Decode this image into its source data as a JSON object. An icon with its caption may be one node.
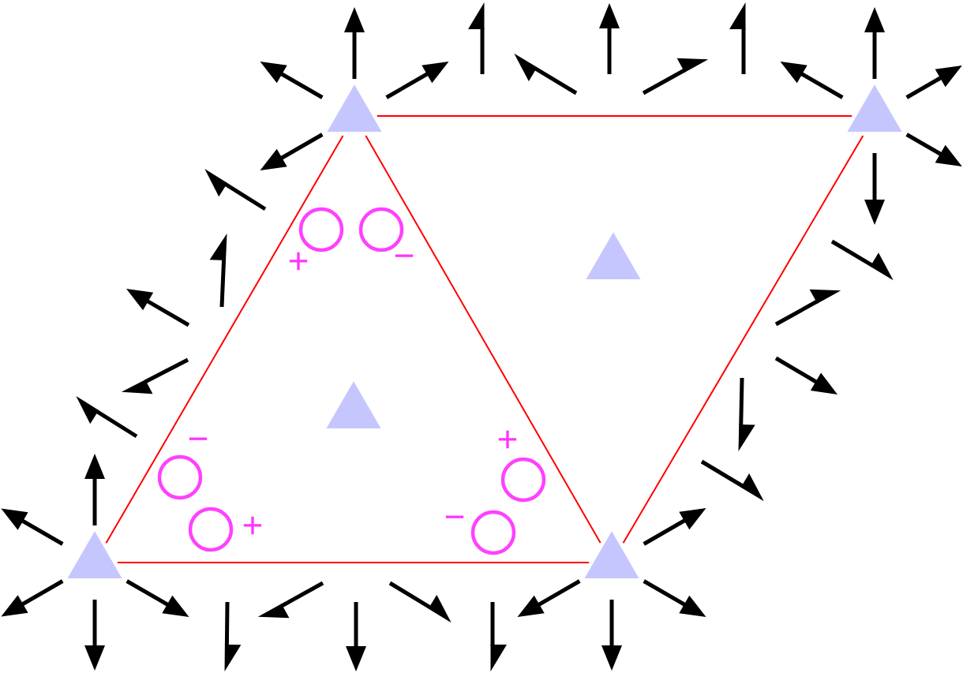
{
  "diagram": {
    "nodes": [
      {
        "text": [],
        "shape": "triangle"
      },
      {
        "text": [],
        "shape": "triangle"
      },
      {
        "text": [],
        "shape": "triangle"
      },
      {
        "text": [],
        "shape": "triangle"
      },
      {
        "text": [],
        "shape": "triangle"
      },
      {
        "text": [],
        "shape": "triangle"
      }
    ],
    "edges": [
      {
        "from": 0,
        "to": 1,
        "arrow": "none"
      },
      {
        "from": 0,
        "to": 4,
        "arrow": "none"
      },
      {
        "from": 0,
        "to": 5,
        "arrow": "none"
      },
      {
        "from": 1,
        "to": 5,
        "arrow": "none"
      },
      {
        "from": 4,
        "to": 5,
        "arrow": "none"
      }
    ],
    "labels": [
      "+",
      "−",
      "−",
      "+",
      "+",
      "−"
    ]
  }
}
